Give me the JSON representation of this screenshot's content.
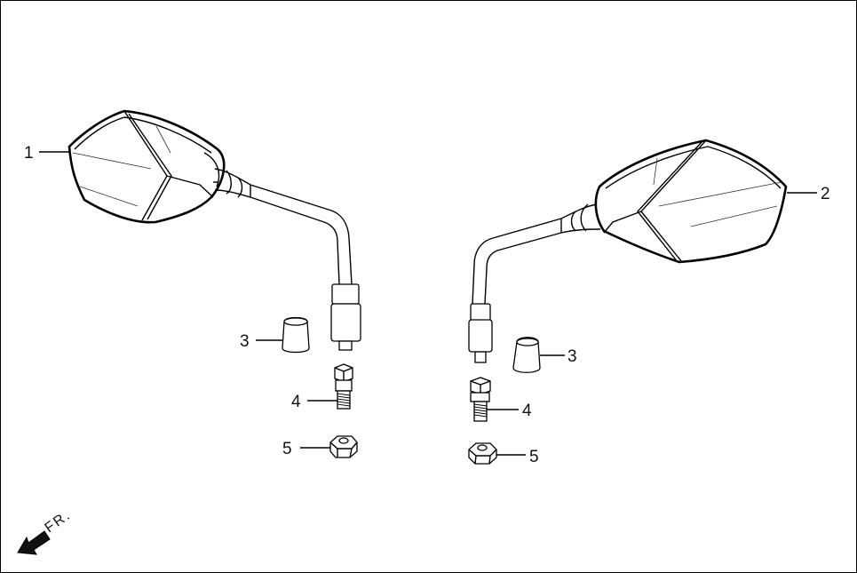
{
  "diagram": {
    "callouts": [
      {
        "id": "callout-1-left-mirror",
        "number": "1"
      },
      {
        "id": "callout-2-right-mirror",
        "number": "2"
      },
      {
        "id": "callout-3-left-cover",
        "number": "3"
      },
      {
        "id": "callout-3-right-cover",
        "number": "3"
      },
      {
        "id": "callout-4-left-adapter-bolt",
        "number": "4"
      },
      {
        "id": "callout-4-right-adapter-bolt",
        "number": "4"
      },
      {
        "id": "callout-5-left-nut",
        "number": "5"
      },
      {
        "id": "callout-5-right-nut",
        "number": "5"
      }
    ],
    "direction_label": "FR.",
    "colors": {
      "line": "#000000",
      "background": "#ffffff"
    }
  }
}
